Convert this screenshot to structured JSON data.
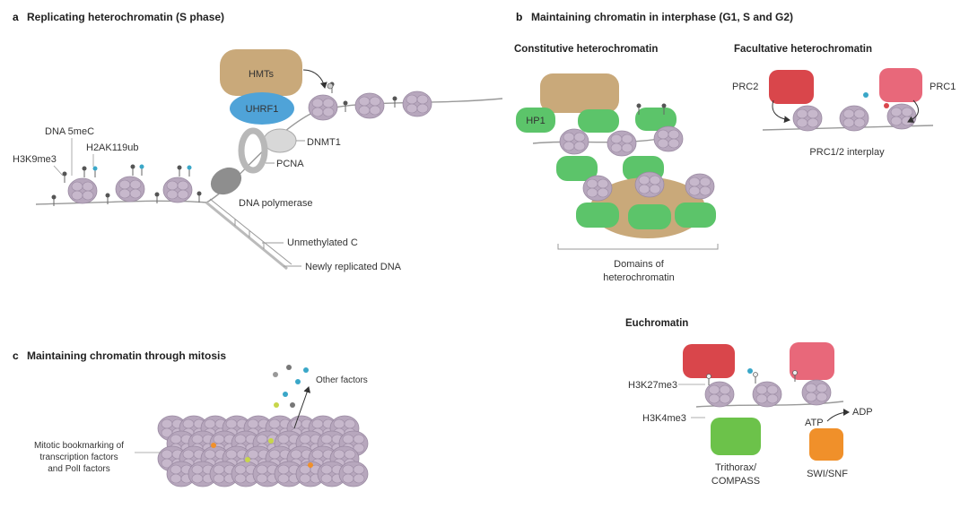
{
  "panel_a": {
    "letter": "a",
    "title": "Replicating heterochromatin (S phase)",
    "labels": {
      "dna_5mec": "DNA 5meC",
      "h2ak119ub": "H2AK119ub",
      "h3k9me3": "H3K9me3",
      "hmts": "HMTs",
      "uhrf1": "UHRF1",
      "dnmt1": "DNMT1",
      "pcna": "PCNA",
      "dna_polymerase": "DNA polymerase",
      "unmethylated_c": "Unmethylated C",
      "newly_replicated": "Newly replicated DNA"
    }
  },
  "panel_b": {
    "letter": "b",
    "title": "Maintaining chromatin in interphase (G1, S and G2)",
    "constitutive": {
      "title": "Constitutive heterochromatin",
      "hp1": "HP1",
      "domains_line1": "Domains of",
      "domains_line2": "heterochromatin"
    },
    "facultative": {
      "title": "Facultative heterochromatin",
      "prc2": "PRC2",
      "prc1": "PRC1",
      "interplay": "PRC1/2 interplay"
    },
    "euchromatin": {
      "title": "Euchromatin",
      "h3k27me3": "H3K27me3",
      "h3k4me3": "H3K4me3",
      "atp": "ATP",
      "adp": "ADP",
      "trithorax_line1": "Trithorax/",
      "trithorax_line2": "COMPASS",
      "swisnf": "SWI/SNF"
    }
  },
  "panel_c": {
    "letter": "c",
    "title": "Maintaining chromatin through mitosis",
    "other_factors": "Other factors",
    "bookmark_line1": "Mitotic bookmarking of",
    "bookmark_line2": "transcription factors",
    "bookmark_line3": "and PolI factors"
  },
  "colors": {
    "nucleosome": "#b7a7bd",
    "hmts": "#c9a97a",
    "uhrf1": "#4fa3d8",
    "hp1": "#5cc46a",
    "prc2": "#d9464b",
    "prc1": "#e8687a",
    "trithorax": "#6cc24a",
    "swisnf": "#f0902a"
  }
}
